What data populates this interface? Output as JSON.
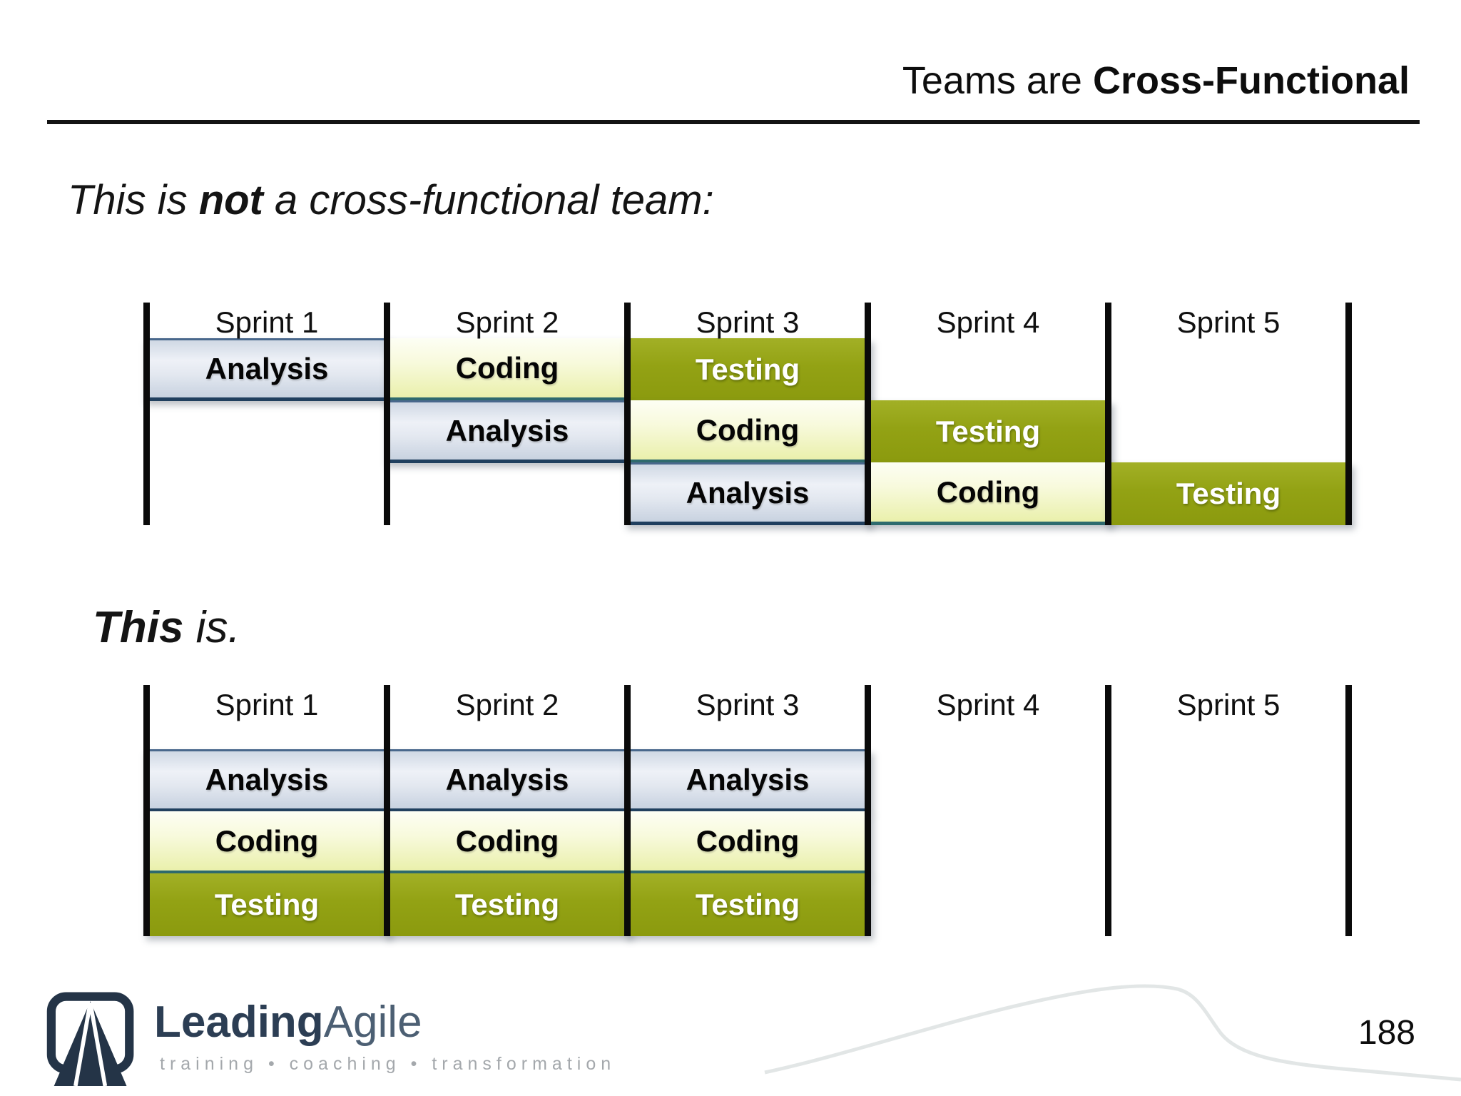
{
  "header": {
    "title_regular": "Teams are ",
    "title_bold": "Cross-Functional"
  },
  "section_not": {
    "heading_pre": "This is ",
    "heading_bold": "not",
    "heading_post": " a cross-functional team:",
    "diagram": {
      "sprints": [
        "Sprint 1",
        "Sprint 2",
        "Sprint 3",
        "Sprint 4",
        "Sprint 5"
      ],
      "rows": [
        {
          "cells": [
            {
              "label": "Analysis",
              "sprint": 1
            },
            {
              "label": "Coding",
              "sprint": 2
            },
            {
              "label": "Testing",
              "sprint": 3
            }
          ]
        },
        {
          "cells": [
            {
              "label": "Analysis",
              "sprint": 2
            },
            {
              "label": "Coding",
              "sprint": 3
            },
            {
              "label": "Testing",
              "sprint": 4
            }
          ]
        },
        {
          "cells": [
            {
              "label": "Analysis",
              "sprint": 3
            },
            {
              "label": "Coding",
              "sprint": 4
            },
            {
              "label": "Testing",
              "sprint": 5
            }
          ]
        }
      ]
    }
  },
  "section_is": {
    "heading_bold": "This",
    "heading_post": " is.",
    "diagram": {
      "sprints": [
        "Sprint 1",
        "Sprint 2",
        "Sprint 3",
        "Sprint 4",
        "Sprint 5"
      ],
      "rows": [
        {
          "cells": [
            {
              "label": "Analysis",
              "sprint": 1
            },
            {
              "label": "Analysis",
              "sprint": 2
            },
            {
              "label": "Analysis",
              "sprint": 3
            }
          ]
        },
        {
          "cells": [
            {
              "label": "Coding",
              "sprint": 1
            },
            {
              "label": "Coding",
              "sprint": 2
            },
            {
              "label": "Coding",
              "sprint": 3
            }
          ]
        },
        {
          "cells": [
            {
              "label": "Testing",
              "sprint": 1
            },
            {
              "label": "Testing",
              "sprint": 2
            },
            {
              "label": "Testing",
              "sprint": 3
            }
          ]
        }
      ]
    }
  },
  "footer": {
    "brand_bold": "Leading",
    "brand_light": "Agile",
    "tagline": "training • coaching • transformation",
    "page_number": "188"
  },
  "colors": {
    "analysis_fill": "#dfe5ee",
    "coding_fill": "#eef0ac",
    "testing_fill": "#93a214",
    "bar_black": "#0a0a0a",
    "brand_navy": "#2c3e54",
    "tagline_gray": "#a4a8ac",
    "curve_gray": "#e2e6e6"
  }
}
